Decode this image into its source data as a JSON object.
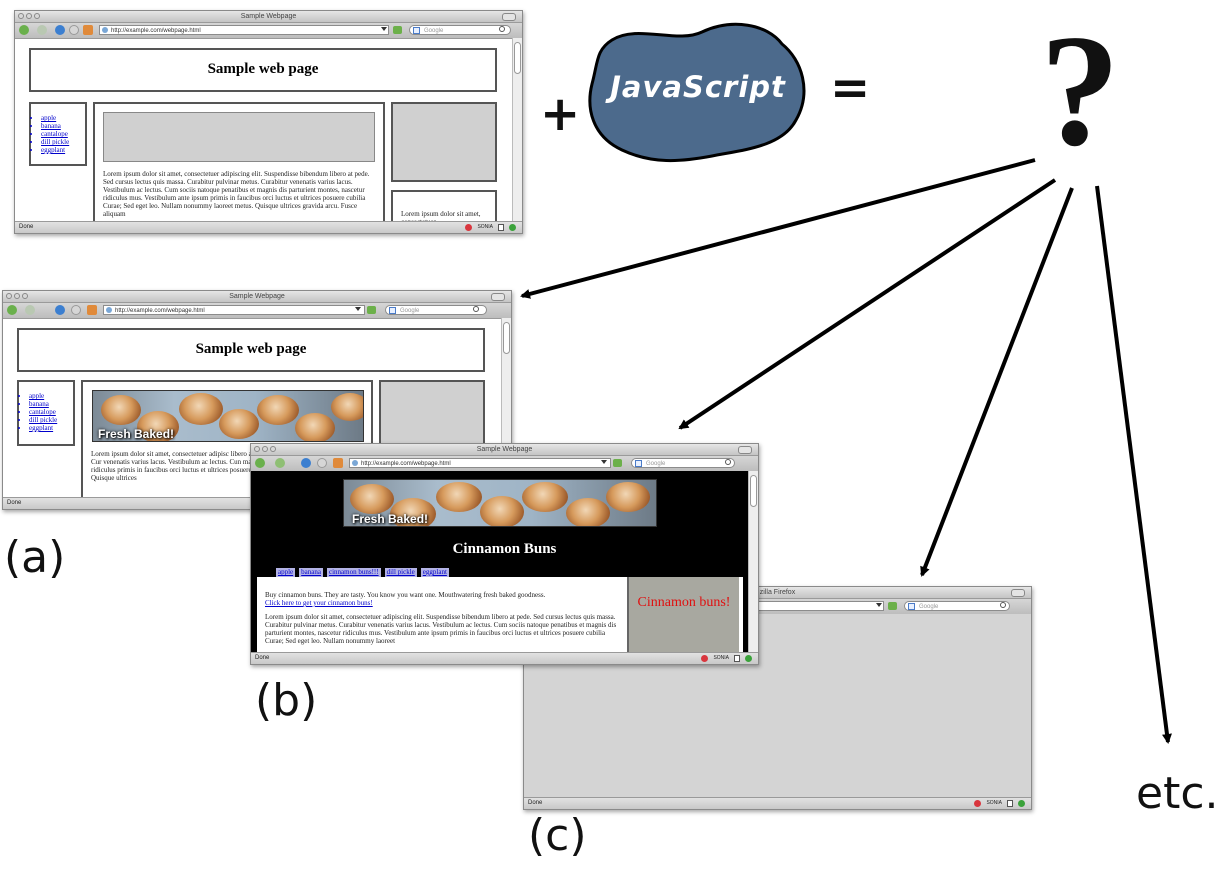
{
  "labels": {
    "plus": "+",
    "equals": "=",
    "question": "?",
    "etc": "etc.",
    "a": "(a)",
    "b": "(b)",
    "c": "(c)"
  },
  "javascript_blob": {
    "label": "JavaScript",
    "fill": "#4c6a8c"
  },
  "browser": {
    "window_title": "Sample Webpage",
    "window_title_c": "zilla Firefox",
    "url": "http://example.com/webpage.html",
    "search_placeholder": "Google",
    "status_done": "Done",
    "status_sonia": "SONIA"
  },
  "page": {
    "heading": "Sample web page",
    "links": [
      "apple",
      "banana",
      "cantalope",
      "dill pickle",
      "eggplant"
    ],
    "lorem_main": "Lorem ipsum dolor sit amet, consectetuer adipiscing elit. Suspendisse bibendum libero at pede. Sed cursus lectus quis massa. Curabitur pulvinar metus. Curabitur venenatis varius lacus. Vestibulum ac lectus. Cum sociis natoque penatibus et magnis dis parturient montes, nascetur ridiculus mus. Vestibulum ante ipsum primis in faucibus orci luctus et ultrices posuere cubilia Curae; Sed eget leo. Nullam nonummy laoreet metus. Quisque ultrices gravida arcu. Fusce aliquam",
    "lorem_side": "Lorem ipsum dolor sit amet, consectetuer",
    "lorem_a": "Lorem ipsum dolor sit amet, consectetuer adipisc libero at pede. Sed cursus lectus quis massa. Cur venenatis varius lacus. Vestibulum ac lectus. Cun magnis dis parturient montes, nascetur ridiculus primis in faucibus orci luctus et ultrices posuere Nullam nonummy laoreet metus. Quisque ultrices"
  },
  "photo_caption": "Fresh Baked!",
  "page_b": {
    "heading": "Cinnamon Buns",
    "nav": [
      "apple",
      "banana",
      "cinnamon buns!!!",
      "dill pickle",
      "eggplant"
    ],
    "intro": "Buy cinnamon buns. They are tasty. You know you want one. Mouthwatering fresh baked goodness.",
    "cta_link": "Click here to get your cinnamon buns!",
    "lorem": "Lorem ipsum dolor sit amet, consectetuer adipiscing elit. Suspendisse bibendum libero at pede. Sed cursus lectus quis massa. Curabitur pulvinar metus. Curabitur venenatis varius lacus. Vestibulum ac lectus. Cum sociis natoque penatibus et magnis dis parturient montes, nascetur ridiculus mus. Vestibulum ante ipsum primis in faucibus orci luctus et ultrices posuere cubilia Curae; Sed eget leo. Nullam nonummy laoreet",
    "ad_text": "Cinnamon buns!",
    "ad_color": "#e01010",
    "ad_bg": "#a8a8a0"
  }
}
